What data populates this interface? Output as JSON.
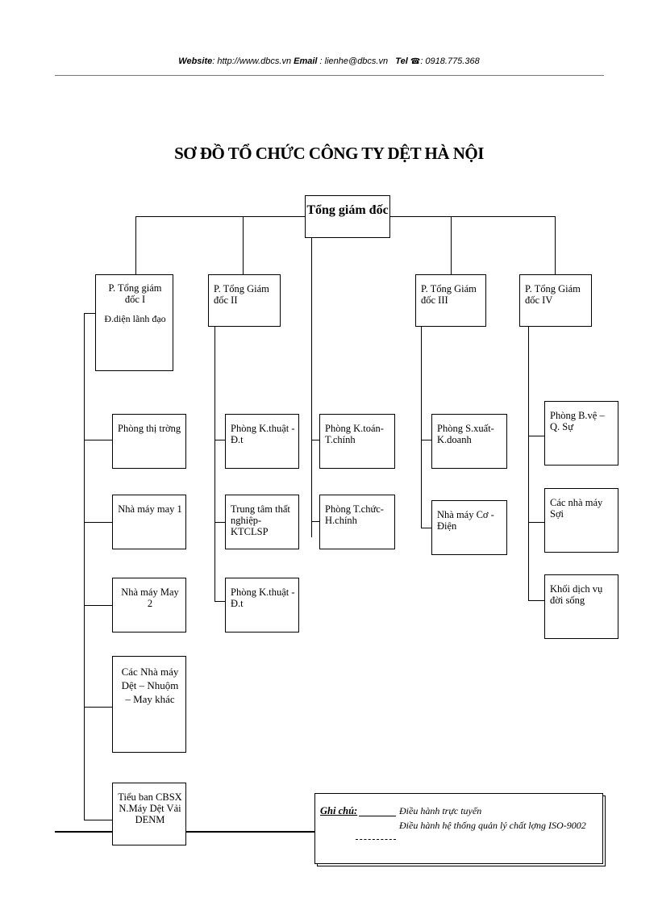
{
  "header": {
    "website_label": "Website",
    "website_value": ": http://www.dbcs.vn",
    "email_label": "Email",
    "email_value": " : lienhe@dbcs.vn",
    "tel_label": "Tel",
    "tel_value": ": 0918.775.368"
  },
  "title": "SƠ ĐỒ TỔ CHỨC CÔNG TY DỆT HÀ NỘI",
  "root": "Tổng giám đốc",
  "branches": {
    "b1": {
      "head": "P. Tổng giám đốc I",
      "sub": "Đ.diện lãnh đạo",
      "children": [
        "Phòng thị trờng",
        "Nhà máy may 1",
        "Nhà máy May 2",
        "Các Nhà máy Dệt – Nhuộm – May khác",
        "Tiểu ban CBSX N.Máy Dệt Vải DENM"
      ]
    },
    "b2": {
      "head": "P. Tổng Giám đốc II",
      "children": [
        "Phòng K.thuật - Đ.t",
        "Trung tâm thất nghiệp-KTCLSP",
        "Phòng K.thuật - Đ.t"
      ]
    },
    "b3": {
      "children": [
        "Phòng K.toán-T.chính",
        "Phòng T.chức-H.chính"
      ]
    },
    "b4": {
      "head": "P. Tổng Giám đốc III",
      "children": [
        "Phòng S.xuất-K.doanh",
        "Nhà máy Cơ - Điện"
      ]
    },
    "b5": {
      "head": "P. Tổng Giám đốc IV",
      "children": [
        "Phòng B.vệ – Q. Sự",
        "Các nhà máy Sợi",
        "Khối dịch vụ đời sống"
      ]
    }
  },
  "legend": {
    "label": "Ghi chú:",
    "line1": "Điều hành trực tuyến",
    "line2": "Điều hành hệ thống quản lý chất lợng  ISO-9002"
  }
}
